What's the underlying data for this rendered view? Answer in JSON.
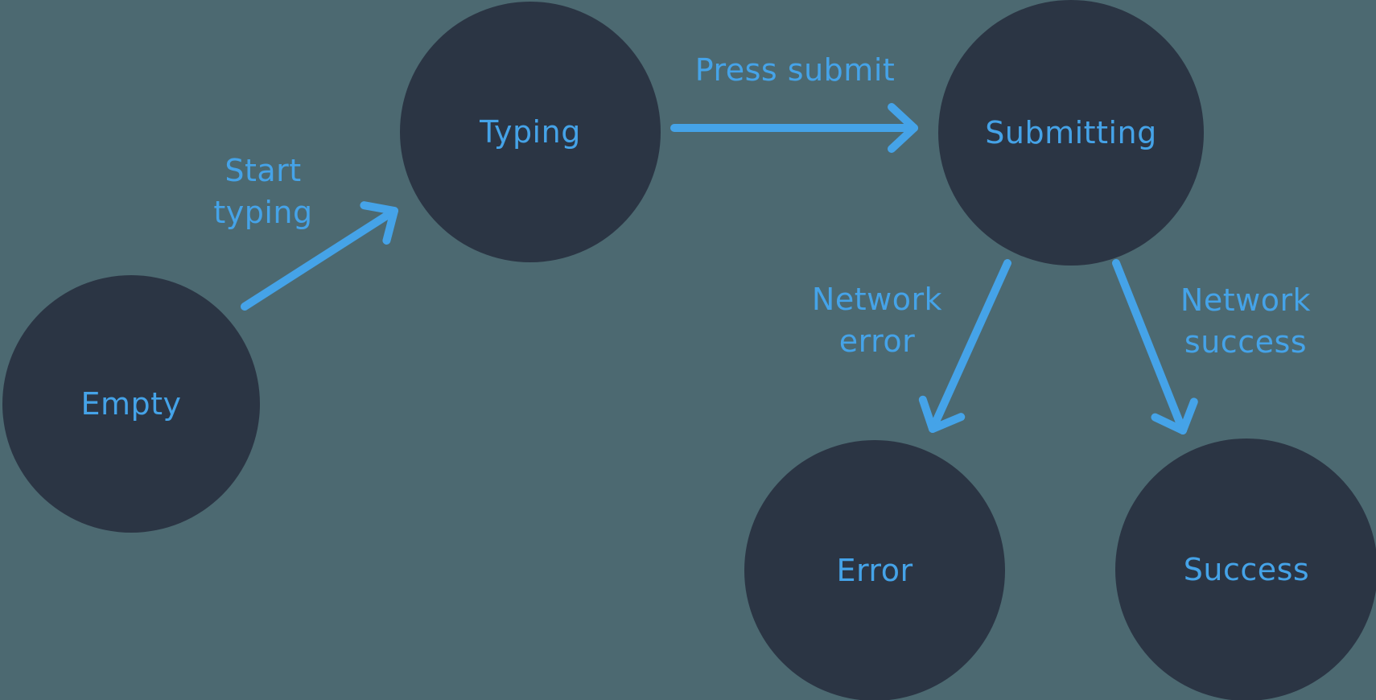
{
  "diagram": {
    "type": "state-machine",
    "colors": {
      "background": "#4C6971",
      "node": "#2B3544",
      "accent": "#45A3E8"
    },
    "nodes": [
      {
        "id": "empty",
        "label": "Empty"
      },
      {
        "id": "typing",
        "label": "Typing"
      },
      {
        "id": "submitting",
        "label": "Submitting"
      },
      {
        "id": "error",
        "label": "Error"
      },
      {
        "id": "success",
        "label": "Success"
      }
    ],
    "edges": [
      {
        "from": "empty",
        "to": "typing",
        "label": "Start typing"
      },
      {
        "from": "typing",
        "to": "submitting",
        "label": "Press submit"
      },
      {
        "from": "submitting",
        "to": "error",
        "label": "Network error"
      },
      {
        "from": "submitting",
        "to": "success",
        "label": "Network success"
      }
    ]
  }
}
